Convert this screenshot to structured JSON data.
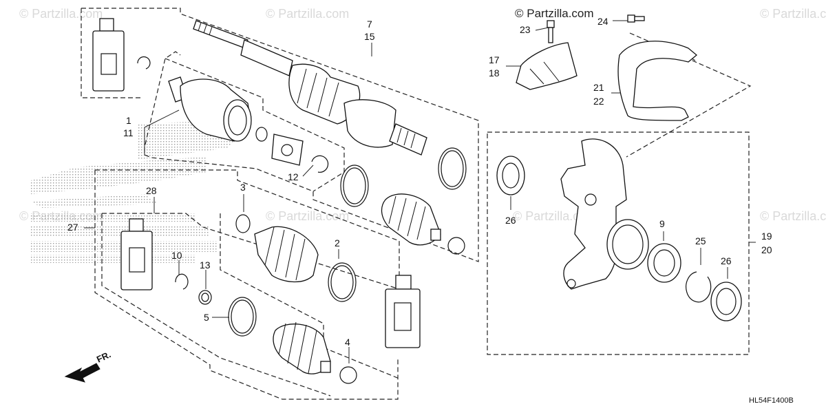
{
  "diagram": {
    "watermark_text": "© Partzilla.com",
    "copyright_text": "© Partzilla.com",
    "diagram_code": "HL54F1400B",
    "front_label": "FR.",
    "callouts": {
      "c7": "7",
      "c15": "15",
      "c1": "1",
      "c11": "11",
      "c12": "12",
      "c17": "17",
      "c18": "18",
      "c23": "23",
      "c24": "24",
      "c21": "21",
      "c22": "22",
      "c26a": "26",
      "c9": "9",
      "c25": "25",
      "c26b": "26",
      "c19": "19",
      "c20": "20",
      "c28": "28",
      "c27": "27",
      "c3": "3",
      "c2": "2",
      "c10": "10",
      "c13": "13",
      "c5": "5",
      "c4": "4"
    }
  }
}
